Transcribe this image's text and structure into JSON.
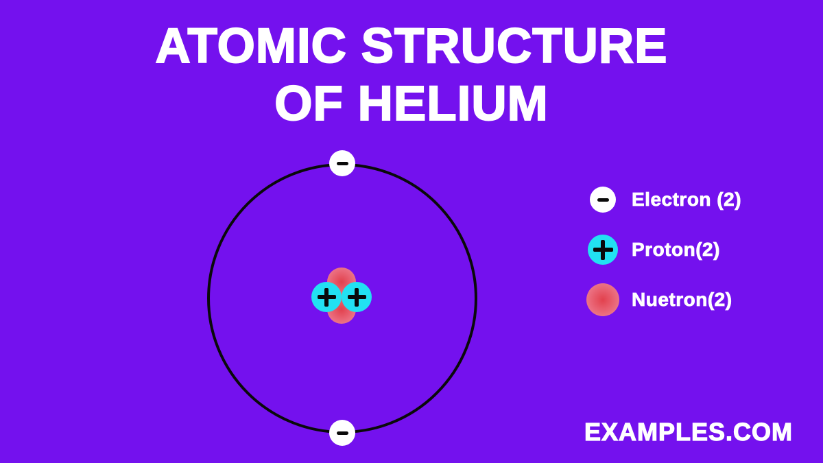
{
  "title": {
    "line1": "ATOMIC STRUCTURE",
    "line2": "OF HELIUM"
  },
  "diagram": {
    "subject": "Helium atom",
    "electron_count": 2,
    "proton_count": 2,
    "neutron_count": 2,
    "electron_symbol": "-",
    "proton_symbol": "+"
  },
  "legend": {
    "items": [
      {
        "icon": "electron",
        "label": "Electron (2)",
        "color": "#ffffff"
      },
      {
        "icon": "proton",
        "label": "Proton(2)",
        "color": "#22E1F2"
      },
      {
        "icon": "neutron",
        "label": "Nuetron(2)",
        "color": "#E2414D"
      }
    ]
  },
  "footer": {
    "brand": "EXAMPLES.COM"
  },
  "colors": {
    "background": "#7411EE",
    "title_text": "#ffffff",
    "orbit_stroke": "#0a0a0a",
    "electron_fill": "#ffffff",
    "proton_fill": "#22E1F2",
    "neutron_center": "#E2414D",
    "neutron_edge": "#EE7E91",
    "symbol_color": "#0a0a0a"
  }
}
